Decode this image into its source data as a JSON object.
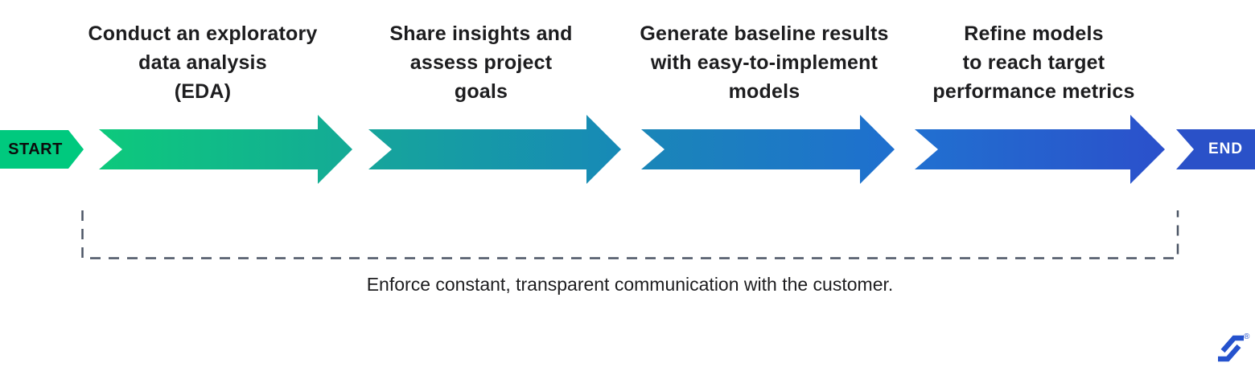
{
  "start": {
    "label": "START",
    "color": "#00C97E"
  },
  "end": {
    "label": "END",
    "color": "#2A51C8"
  },
  "steps": [
    {
      "label_lines": [
        "Conduct an exploratory",
        "data analysis",
        "(EDA)"
      ],
      "color_from": "#0DC97C",
      "color_to": "#14AA96"
    },
    {
      "label_lines": [
        "Share insights and",
        "assess project",
        "goals"
      ],
      "color_from": "#16A59B",
      "color_to": "#1789B7"
    },
    {
      "label_lines": [
        "Generate baseline results",
        "with easy-to-implement",
        "models"
      ],
      "color_from": "#1A86B8",
      "color_to": "#1F6FCF"
    },
    {
      "label_lines": [
        "Refine models",
        "to reach target",
        "performance metrics"
      ],
      "color_from": "#2170D0",
      "color_to": "#2B50CB"
    }
  ],
  "annotation": {
    "text": "Enforce constant, transparent communication with the customer.",
    "line_color": "#4B5565"
  },
  "logo": {
    "name": "toptal-logo",
    "color": "#2552CD",
    "registered_mark": "®"
  }
}
